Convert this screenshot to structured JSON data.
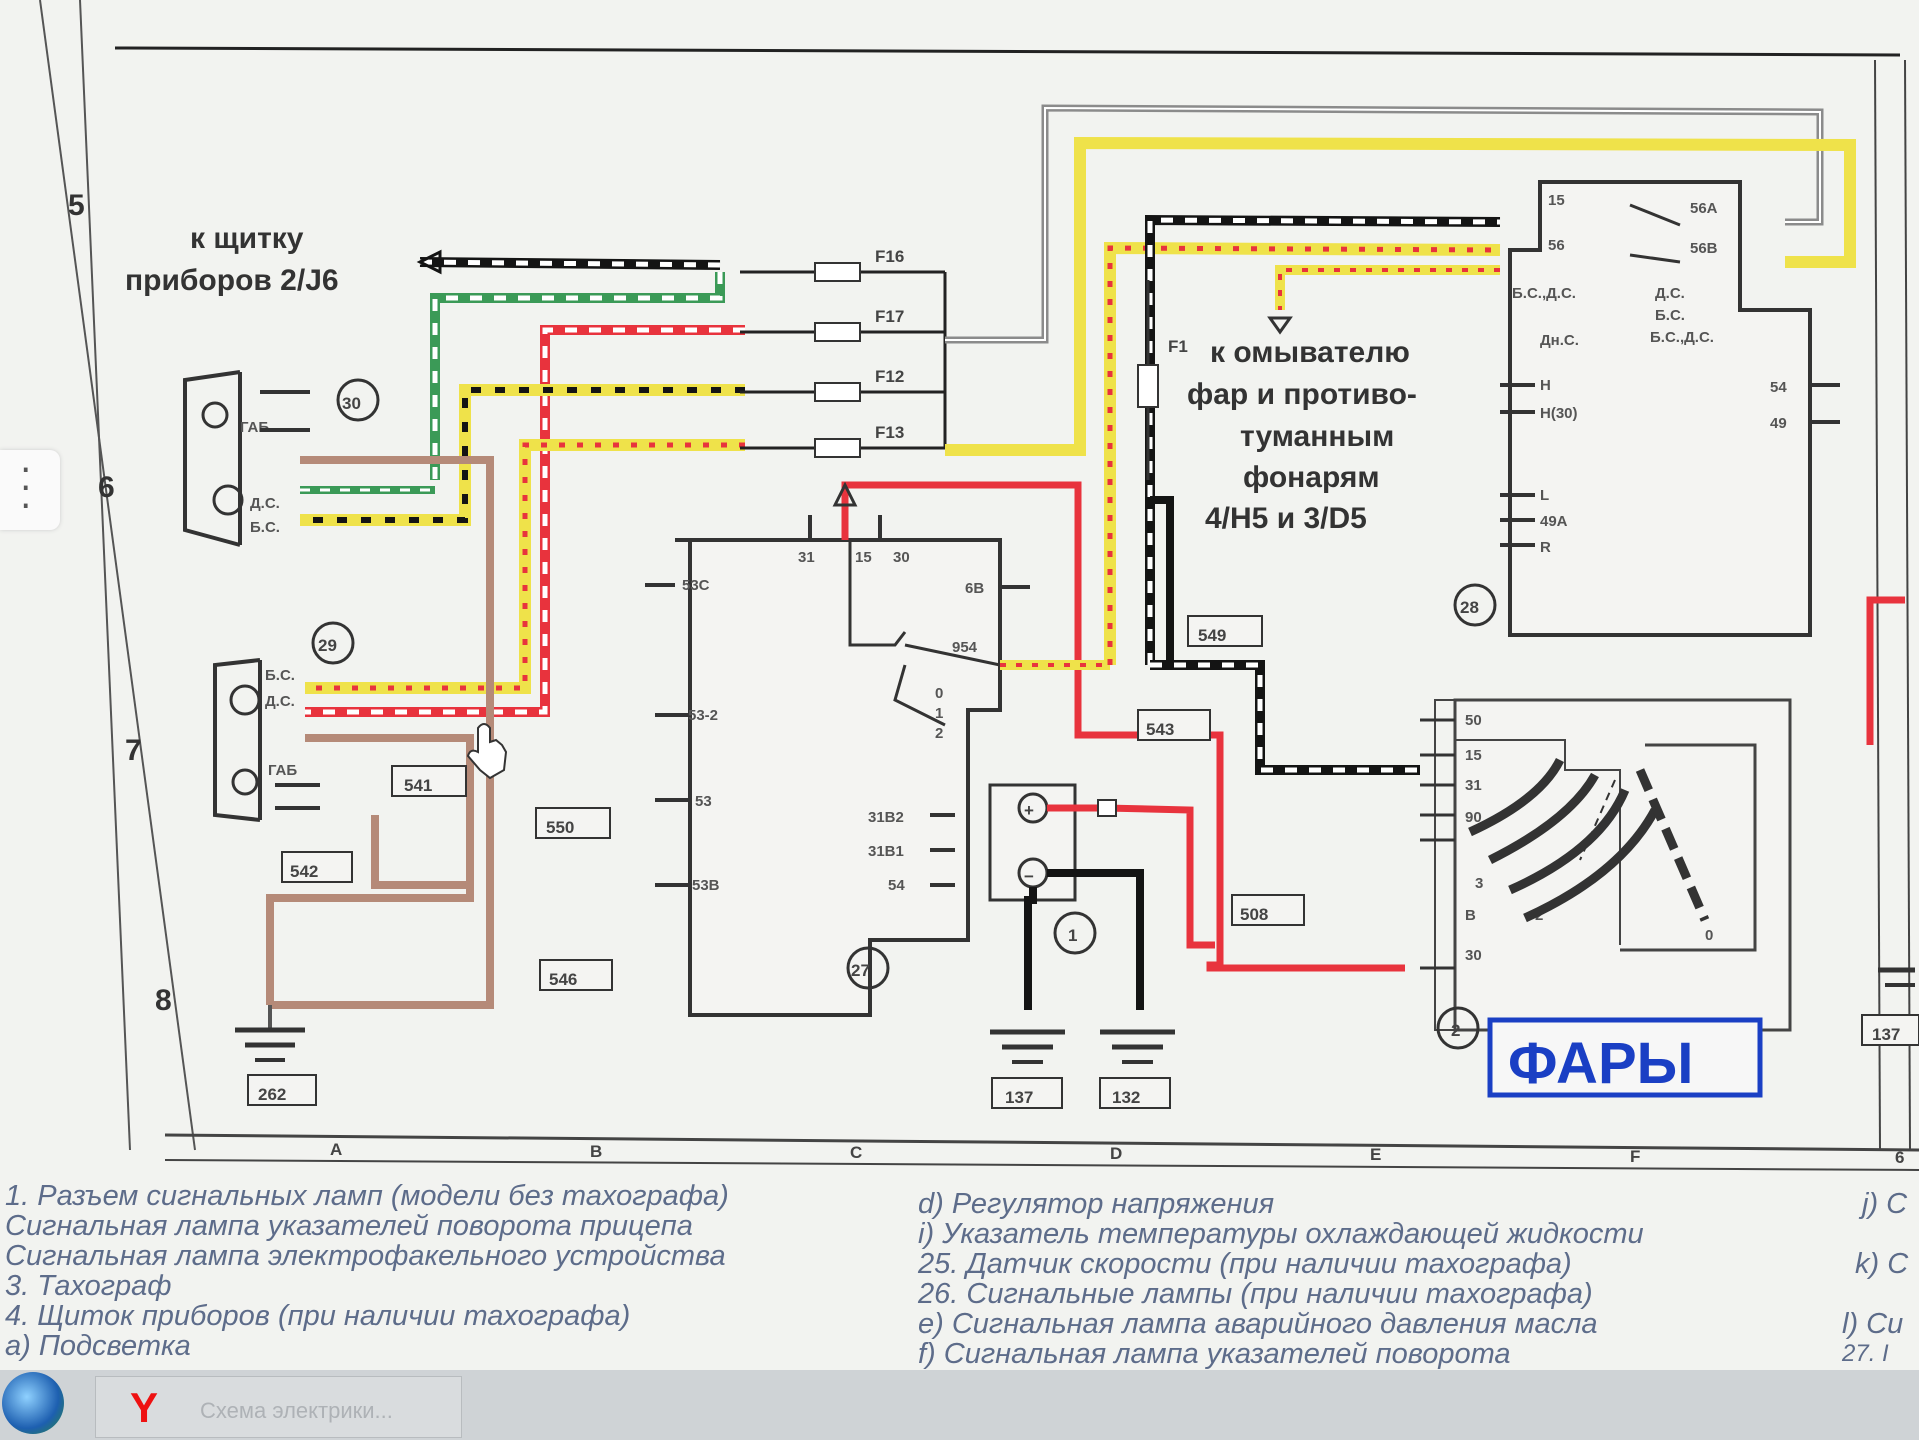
{
  "diagram": {
    "row_numbers": [
      "5",
      "6",
      "7",
      "8"
    ],
    "col_letters": [
      "A",
      "B",
      "C",
      "D",
      "E",
      "F",
      "6"
    ],
    "to_cluster_label": [
      "к щитку",
      "приборов 2/J6"
    ],
    "to_washer_label": [
      "к омывателю",
      "фар и противо-",
      "туманным",
      "фонарям",
      "4/H5 и 3/D5"
    ],
    "fuses": [
      "F16",
      "F17",
      "F12",
      "F13"
    ],
    "f1": "F1",
    "lamp_labels": {
      "gab": "ГАБ",
      "ds": "Д.С.",
      "bs": "Б.С."
    },
    "nodes": [
      "30",
      "29",
      "27",
      "28",
      "1",
      "2"
    ],
    "connectors": [
      "541",
      "542",
      "550",
      "546",
      "549",
      "543",
      "508",
      "262",
      "137",
      "132"
    ],
    "edge_connector": "137",
    "block27_pins": [
      "53C",
      "53-2",
      "53",
      "53B",
      "31",
      "15",
      "30",
      "6B",
      "954",
      "31B2",
      "31B1",
      "54",
      "0",
      "1",
      "2"
    ],
    "block28_pins": [
      "15",
      "56",
      "56A",
      "56B",
      "Б.С.,Д.С.",
      "Д.С.",
      "Б.С.",
      "Б.С.,Д.С.",
      "Дн.С.",
      "H",
      "H(30)",
      "L",
      "49A",
      "R",
      "54",
      "49"
    ],
    "block2_pins": [
      "50",
      "15",
      "31",
      "90",
      "3",
      "2",
      "0",
      "B",
      "30"
    ],
    "battery": {
      "plus": "+",
      "minus": "−"
    },
    "title": "ФАРЫ",
    "title_color": "#1a3fc4",
    "wire_colors": {
      "red": "#e8333d",
      "yellow": "#efe24a",
      "brown": "#b58a78",
      "black": "#141414",
      "green": "#3b9a57",
      "gray": "#8b8b8b"
    }
  },
  "legend": {
    "left": [
      "1. Разъем сигнальных ламп (модели без тахографа)",
      "Сигнальная лампа указателей поворота прицепа",
      "Сигнальная лампа электрофакельного устройства",
      "3. Тахограф",
      "4. Щиток приборов (при наличии тахографа)",
      "a) Подсветка"
    ],
    "middle": [
      "d) Регулятор напряжения",
      "i) Указатель температуры охлаждающей жидкости",
      "25. Датчик скорости (при наличии тахографа)",
      "26. Сигнальные лампы (при наличии тахографа)",
      "e) Сигнальная лампа аварийного давления масла",
      "f) Сигнальная лампа указателей поворота"
    ],
    "right": [
      "j) C",
      "k) C",
      "l) Си",
      "27. I"
    ]
  },
  "taskbar": {
    "app_letter": "Y",
    "window_title": "Схема электрики..."
  }
}
